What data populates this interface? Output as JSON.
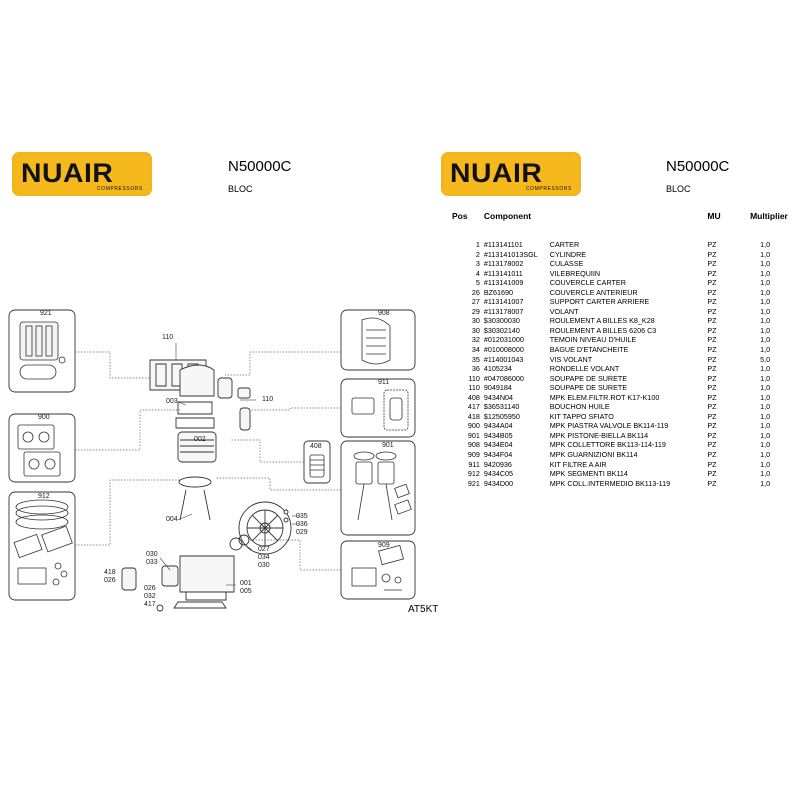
{
  "left_header": {
    "brand": "NUAIR",
    "brand_sub": "COMPRESSORS",
    "model": "N50000C",
    "subtitle": "BLOC"
  },
  "right_header": {
    "brand": "NUAIR",
    "brand_sub": "COMPRESSORS",
    "model": "N50000C",
    "subtitle": "BLOC"
  },
  "diagram": {
    "code": "AT5KT",
    "labels": [
      "921",
      "908",
      "110",
      "110",
      "003",
      "911",
      "900",
      "002",
      "408",
      "901",
      "912",
      "004",
      "035",
      "036",
      "029",
      "030",
      "033",
      "027",
      "034",
      "030",
      "418",
      "026",
      "001",
      "005",
      "026",
      "032",
      "417",
      "909"
    ]
  },
  "table": {
    "headers": {
      "pos": "Pos",
      "component": "Component",
      "mu": "MU",
      "multiplier": "Multiplier"
    },
    "rows": [
      {
        "pos": "1",
        "code": "#113141101",
        "desc": "CARTER",
        "mu": "PZ",
        "mult": "1,0"
      },
      {
        "pos": "2",
        "code": "#113141013SGL",
        "desc": "CYLINDRE",
        "mu": "PZ",
        "mult": "1,0"
      },
      {
        "pos": "3",
        "code": "#113178002",
        "desc": "CULASSE",
        "mu": "PZ",
        "mult": "1,0"
      },
      {
        "pos": "4",
        "code": "#113141011",
        "desc": "VILEBREQUIIN",
        "mu": "PZ",
        "mult": "1,0"
      },
      {
        "pos": "5",
        "code": "#113141009",
        "desc": "COUVERCLE CARTER",
        "mu": "PZ",
        "mult": "1,0"
      },
      {
        "pos": "26",
        "code": "BZ61690",
        "desc": "COUVERCLE ANTERIEUR",
        "mu": "PZ",
        "mult": "1,0"
      },
      {
        "pos": "27",
        "code": "#113141007",
        "desc": "SUPPORT CARTER ARRIERE",
        "mu": "PZ",
        "mult": "1,0"
      },
      {
        "pos": "29",
        "code": "#113178007",
        "desc": "VOLANT",
        "mu": "PZ",
        "mult": "1,0"
      },
      {
        "pos": "30",
        "code": "$30300030",
        "desc": "ROULEMENT A BILLES K8_K28",
        "mu": "PZ",
        "mult": "1,0"
      },
      {
        "pos": "30",
        "code": "$30302140",
        "desc": "ROULEMENT A BILLES 6206 C3",
        "mu": "PZ",
        "mult": "1,0"
      },
      {
        "pos": "32",
        "code": "#012031000",
        "desc": "TEMOIN NIVEAU D'HUILE",
        "mu": "PZ",
        "mult": "1,0"
      },
      {
        "pos": "34",
        "code": "#010008000",
        "desc": "BAGUE D'ETANCHEITE",
        "mu": "PZ",
        "mult": "1,0"
      },
      {
        "pos": "35",
        "code": "#114001043",
        "desc": "VIS VOLANT",
        "mu": "PZ",
        "mult": "5,0"
      },
      {
        "pos": "36",
        "code": "4105234",
        "desc": "RONDELLE  VOLANT",
        "mu": "PZ",
        "mult": "1,0"
      },
      {
        "pos": "110",
        "code": "#047086000",
        "desc": "SOUPAPE DE SURETE",
        "mu": "PZ",
        "mult": "1,0"
      },
      {
        "pos": "110",
        "code": "9049184",
        "desc": "SOUPAPE DE SURETE",
        "mu": "PZ",
        "mult": "1,0"
      },
      {
        "pos": "408",
        "code": "9434N04",
        "desc": "MPK ELEM.FILTR.ROT K17-K100",
        "mu": "PZ",
        "mult": "1,0"
      },
      {
        "pos": "417",
        "code": "$36531140",
        "desc": "BOUCHON  HUILE",
        "mu": "PZ",
        "mult": "1,0"
      },
      {
        "pos": "418",
        "code": "$12505950",
        "desc": "KIT TAPPO SFIATO",
        "mu": "PZ",
        "mult": "1,0"
      },
      {
        "pos": "900",
        "code": "9434A04",
        "desc": "MPK PIASTRA VALVOLE BK114-119",
        "mu": "PZ",
        "mult": "1,0"
      },
      {
        "pos": "901",
        "code": "9434B05",
        "desc": "MPK PISTONE-BIELLA BK114",
        "mu": "PZ",
        "mult": "1,0"
      },
      {
        "pos": "908",
        "code": "9434E04",
        "desc": "MPK COLLETTORE BK113-114-119",
        "mu": "PZ",
        "mult": "1,0"
      },
      {
        "pos": "909",
        "code": "9434F04",
        "desc": "MPK GUARNIZIONI BK114",
        "mu": "PZ",
        "mult": "1,0"
      },
      {
        "pos": "911",
        "code": "9420936",
        "desc": "KIT FILTRE A AIR",
        "mu": "PZ",
        "mult": "1,0"
      },
      {
        "pos": "912",
        "code": "9434C05",
        "desc": "MPK SEGMENTI BK114",
        "mu": "PZ",
        "mult": "1,0"
      },
      {
        "pos": "921",
        "code": "9434D00",
        "desc": "MPK COLL.INTERMEDIO BK113-119",
        "mu": "PZ",
        "mult": "1,0"
      }
    ]
  }
}
